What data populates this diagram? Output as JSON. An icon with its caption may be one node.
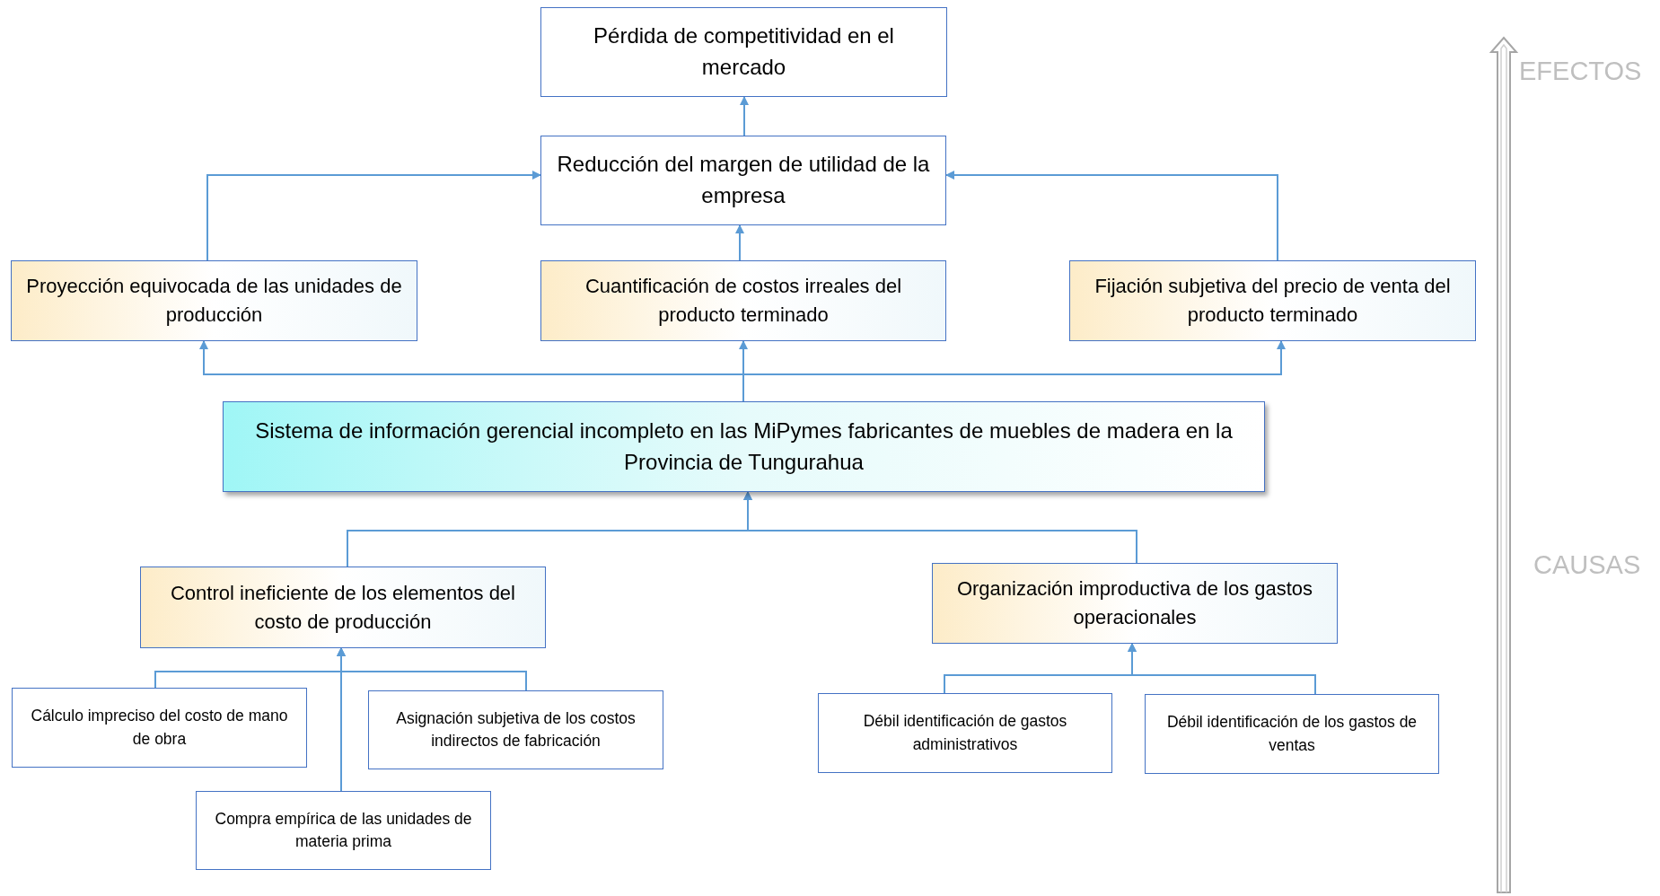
{
  "diagram": {
    "nodes": [
      {
        "text": [
          "Pérdida de competitividad en el mercado"
        ]
      },
      {
        "text": [
          "Reducción del margen de utilidad de la empresa"
        ]
      },
      {
        "text": [
          "Proyección equivocada de las unidades de producción"
        ]
      },
      {
        "text": [
          "Cuantificación de costos irreales del producto terminado"
        ]
      },
      {
        "text": [
          "Fijación subjetiva del precio de venta del producto terminado"
        ]
      },
      {
        "text": [
          "Sistema de información gerencial incompleto en las MiPymes fabricantes de muebles de madera en la Provincia de Tungurahua"
        ]
      },
      {
        "text": [
          "Control ineficiente de los elementos del costo de producción"
        ]
      },
      {
        "text": [
          "Organización improductiva de los gastos operacionales"
        ]
      },
      {
        "text": [
          "Cálculo impreciso del costo de mano de obra"
        ]
      },
      {
        "text": [
          "Asignación subjetiva de los costos indirectos de fabricación"
        ]
      },
      {
        "text": [
          "Compra empírica de las unidades de materia prima"
        ]
      },
      {
        "text": [
          "Débil identificación de gastos administrativos"
        ]
      },
      {
        "text": [
          "Débil identificación de los gastos de ventas"
        ]
      }
    ],
    "edges": [
      {
        "from": 1,
        "to": 0,
        "arrow": "to"
      },
      {
        "from": 2,
        "to": 1,
        "arrow": "to"
      },
      {
        "from": 3,
        "to": 1,
        "arrow": "to"
      },
      {
        "from": 4,
        "to": 1,
        "arrow": "to"
      },
      {
        "from": 5,
        "to": 2,
        "arrow": "to"
      },
      {
        "from": 5,
        "to": 3,
        "arrow": "to"
      },
      {
        "from": 5,
        "to": 4,
        "arrow": "to"
      },
      {
        "from": 6,
        "to": 5,
        "arrow": "to"
      },
      {
        "from": 7,
        "to": 5,
        "arrow": "to"
      },
      {
        "from": 8,
        "to": 6,
        "arrow": "to"
      },
      {
        "from": 9,
        "to": 6,
        "arrow": "to"
      },
      {
        "from": 10,
        "to": 6,
        "arrow": "to"
      },
      {
        "from": 11,
        "to": 7,
        "arrow": "to"
      },
      {
        "from": 12,
        "to": 7,
        "arrow": "to"
      }
    ],
    "labels": [
      "EFECTOS",
      "CAUSAS"
    ]
  }
}
